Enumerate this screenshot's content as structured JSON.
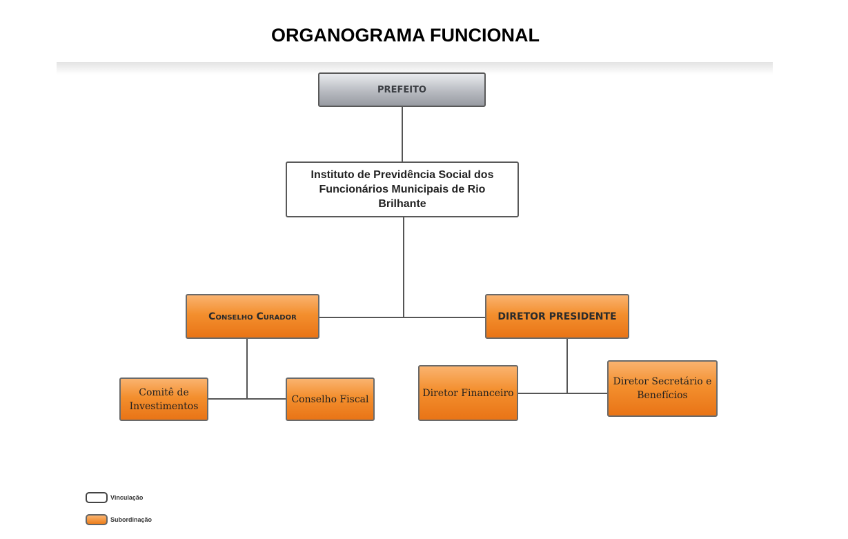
{
  "title": "ORGANOGRAMA FUNCIONAL",
  "nodes": {
    "prefeito": "PREFEITO",
    "instituto": "Instituto de Previdência Social dos Funcionários Municipais de Rio Brilhante",
    "conselho_curador": "Conselho Curador",
    "diretor_presidente": "DIRETOR PRESIDENTE",
    "comite_investimentos": "Comitê de Investimentos",
    "conselho_fiscal": "Conselho Fiscal",
    "diretor_financeiro": "Diretor Financeiro",
    "diretor_secretario": "Diretor Secretário e Benefícios"
  },
  "legend": {
    "vinculacao": "Vinculação",
    "subordinacao": "Subordinação"
  },
  "colors": {
    "gray_fill": "#b8bbc1",
    "orange_fill": "#f38f2e",
    "line": "#555555",
    "border": "#595959"
  }
}
